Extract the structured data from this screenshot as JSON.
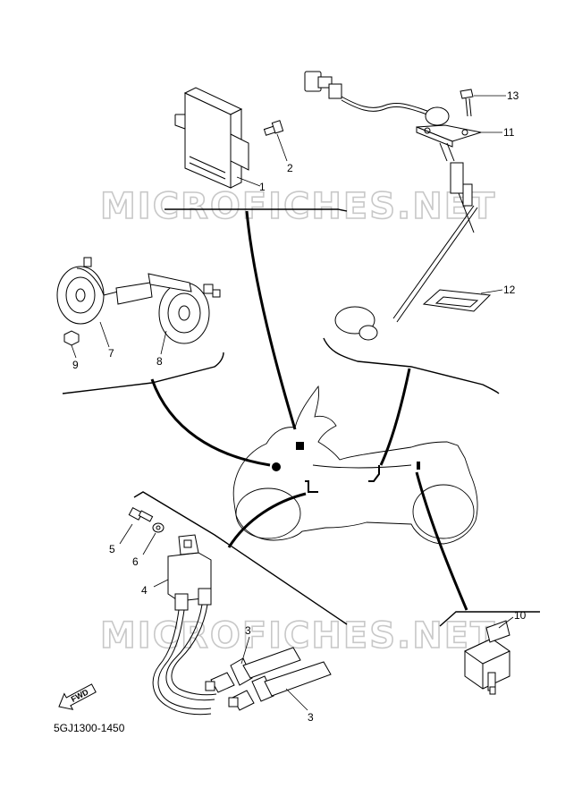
{
  "watermark": {
    "text_upper": "MICROFICHES.NET",
    "text_lower": "MICROFICHES.NET"
  },
  "diagram_code": "5GJ1300-1450",
  "forward_label": "FWD",
  "callouts": {
    "c1": "1",
    "c2": "2",
    "c3a": "3",
    "c3b": "3",
    "c4": "4",
    "c5": "5",
    "c6": "6",
    "c7": "7",
    "c8": "8",
    "c9": "9",
    "c10": "10",
    "c11": "11",
    "c12": "12",
    "c13": "13"
  }
}
